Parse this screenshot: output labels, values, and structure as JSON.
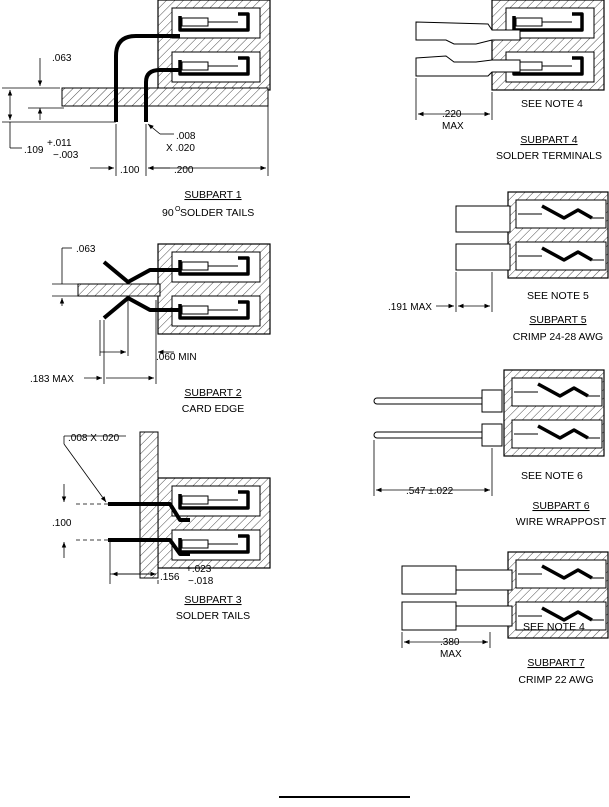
{
  "subpart1": {
    "caption_title": "SUBPART 1",
    "caption_desc_num": "90",
    "caption_desc_sup": "O",
    "caption_desc_rest": " SOLDER TAILS",
    "dim_063": ".063",
    "dim_109": ".109",
    "dim_109_plus": "+.011",
    "dim_109_minus": "−.003",
    "dim_008": ".008",
    "dim_x020": "X .020",
    "dim_100": ".100",
    "dim_200": ".200"
  },
  "subpart2": {
    "caption_title": "SUBPART 2",
    "caption_desc": "CARD EDGE",
    "dim_063": ".063",
    "dim_060min": ".060 MIN",
    "dim_183max": ".183 MAX"
  },
  "subpart3": {
    "caption_title": "SUBPART 3",
    "caption_desc": "SOLDER TAILS",
    "dim_008x020": ".008  X  .020",
    "dim_100": ".100",
    "dim_156": ".156",
    "dim_156_plus": "+.023",
    "dim_156_minus": "−.018"
  },
  "subpart4": {
    "caption_title": "SUBPART 4",
    "caption_desc": "SOLDER TERMINALS",
    "dim_220": ".220",
    "dim_max": "MAX",
    "note": "SEE NOTE 4"
  },
  "subpart5": {
    "caption_title": "SUBPART 5",
    "caption_desc": "CRIMP 24-28 AWG",
    "dim_191max": ".191 MAX",
    "note": "SEE NOTE 5"
  },
  "subpart6": {
    "caption_title": "SUBPART 6",
    "caption_desc": "WIRE WRAPPOST",
    "dim_547": ".547 ±.022",
    "note": "SEE NOTE 6"
  },
  "subpart7": {
    "caption_title": "SUBPART 7",
    "caption_desc": "CRIMP 22 AWG",
    "dim_380": ".380",
    "dim_max": "MAX",
    "note": "SEE NOTE 4"
  }
}
